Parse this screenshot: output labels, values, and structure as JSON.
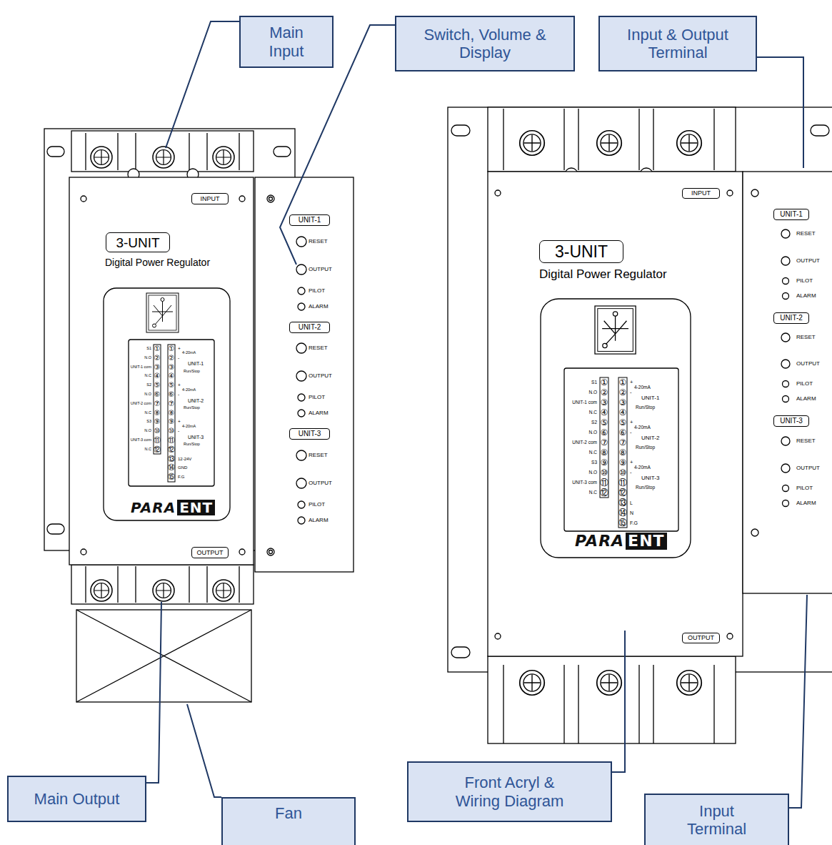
{
  "diagram": {
    "nodes": [
      {
        "text": [
          "Main Input"
        ]
      },
      {
        "text": [
          "Switch, Volume & Display"
        ]
      },
      {
        "text": [
          "Input & Output Terminal"
        ]
      },
      {
        "text": [
          "INPUT"
        ]
      },
      {
        "text": [
          "3-UNIT"
        ]
      },
      {
        "text": [
          "UNIT-1"
        ]
      },
      {
        "text": [
          "UNIT-2"
        ]
      },
      {
        "text": [
          "UNIT-3"
        ]
      },
      {
        "text": [
          "OUTPUT"
        ]
      },
      {
        "text": [
          "INPUT"
        ]
      },
      {
        "text": [
          "3-UNIT"
        ]
      },
      {
        "text": [
          "UNIT-1"
        ]
      },
      {
        "text": [
          "UNIT-2"
        ]
      },
      {
        "text": [
          "UNIT-3"
        ]
      },
      {
        "text": [
          "OUTPUT"
        ]
      },
      {
        "text": [
          "Main Output"
        ]
      },
      {
        "text": [
          "Fan"
        ]
      },
      {
        "text": [
          "Front Acryl & Wiring Diagram"
        ]
      },
      {
        "text": [
          "Input Terminal"
        ]
      }
    ],
    "labels": [
      "Digital Power Regulator",
      "RESET",
      "OUTPUT",
      "PILOT",
      "ALARM",
      "RESET",
      "OUTPUT",
      "PILOT",
      "ALARM",
      "RESET",
      "OUTPUT",
      "PILOT",
      "ALARM",
      "S1",
      "N.O",
      "UNIT-1 com",
      "N.C",
      "S2",
      "N.O",
      "UNIT-2 com",
      "N.C",
      "S3",
      "N.O",
      "UNIT-3 com",
      "N.C",
      "①",
      "②",
      "③",
      "④",
      "⑤",
      "⑥",
      "⑦",
      "⑧",
      "⑨",
      "⑩",
      "⑪",
      "⑫",
      "①",
      "②",
      "③",
      "④",
      "⑤",
      "⑥",
      "⑦",
      "⑧",
      "⑨",
      "⑩",
      "⑪",
      "⑫",
      "⑬",
      "⑭",
      "⑮",
      "+",
      "-",
      "4-20mA",
      "UNIT-1",
      "Run/Stop",
      "+",
      "-",
      "4-20mA",
      "UNIT-2",
      "Run/Stop",
      "+",
      "-",
      "4-20mA",
      "UNIT-3",
      "Run/Stop",
      "12-24V",
      "GND",
      "F.G",
      "PARA",
      "ENT",
      "Digital Power Regulator",
      "RESET",
      "OUTPUT",
      "PILOT",
      "ALARM",
      "RESET",
      "OUTPUT",
      "PILOT",
      "ALARM",
      "RESET",
      "OUTPUT",
      "PILOT",
      "ALARM",
      "S1",
      "N.O",
      "UNIT-1 com",
      "N.C",
      "S2",
      "N.O",
      "UNIT-2 com",
      "N.C",
      "S3",
      "N.O",
      "UNIT-3 com",
      "N.C",
      "①",
      "②",
      "③",
      "④",
      "⑤",
      "⑥",
      "⑦",
      "⑧",
      "⑨",
      "⑩",
      "⑪",
      "⑫",
      "①",
      "②",
      "③",
      "④",
      "⑤",
      "⑥",
      "⑦",
      "⑧",
      "⑨",
      "⑩",
      "⑪",
      "⑫",
      "⑬",
      "⑭",
      "⑮",
      "+",
      "-",
      "4-20mA",
      "UNIT-1",
      "Run/Stop",
      "+",
      "-",
      "4-20mA",
      "UNIT-2",
      "Run/Stop",
      "+",
      "-",
      "4-20mA",
      "UNIT-3",
      "Run/Stop",
      "L",
      "N",
      "F.G",
      "PARA",
      "ENT"
    ]
  }
}
